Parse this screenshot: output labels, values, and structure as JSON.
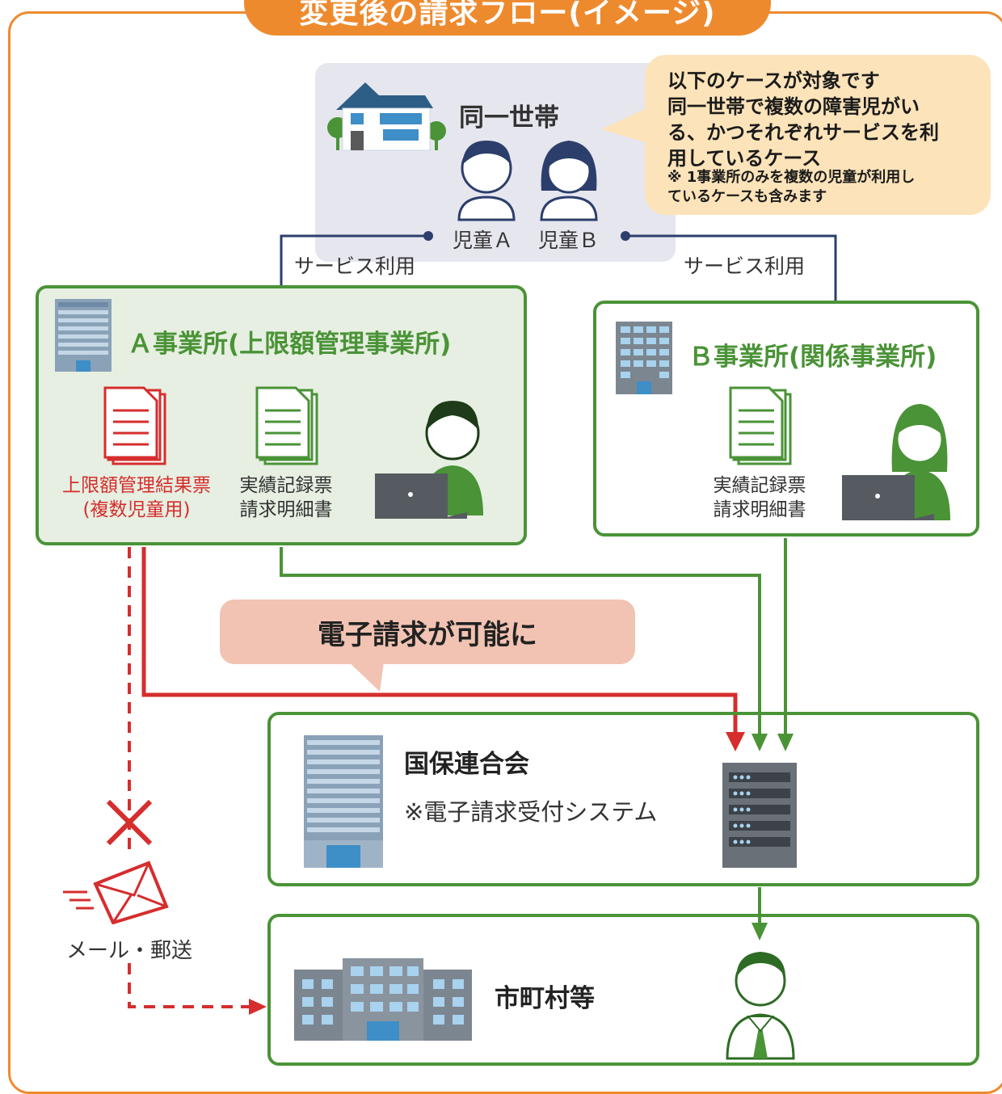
{
  "title": "変更後の請求フロー(イメージ)",
  "household": {
    "label": "同一世帯",
    "child_a": "児童Ａ",
    "child_b": "児童Ｂ"
  },
  "note": {
    "lines": [
      "以下のケースが対象です",
      "同一世帯で複数の障害児がい",
      "る、かつそれぞれサービスを利",
      "用しているケース"
    ],
    "sub_lines": [
      "※ 1事業所のみを複数の児童が利用し",
      "ているケースも含みます"
    ]
  },
  "service_use_left": "サービス利用",
  "service_use_right": "サービス利用",
  "office_a": {
    "title": "Ａ事業所(上限額管理事業所)",
    "doc_red": [
      "上限額管理結果票",
      "(複数児童用)"
    ],
    "doc_green": [
      "実績記録票",
      "請求明細書"
    ]
  },
  "office_b": {
    "title": "Ｂ事業所(関係事業所)",
    "doc_green": [
      "実績記録票",
      "請求明細書"
    ]
  },
  "callout": "電子請求が可能に",
  "kokuho": {
    "title": "国保連合会",
    "subtitle": "※電子請求受付システム"
  },
  "municipality": {
    "title": "市町村等"
  },
  "mail_label": "メール・郵送",
  "colors": {
    "orange": "#ee8a2e",
    "green": "#4a9337",
    "red": "#d62d2d",
    "navy": "#2c3e6b",
    "pink": "#f2c3b2",
    "note_bg": "#fce3b9"
  }
}
